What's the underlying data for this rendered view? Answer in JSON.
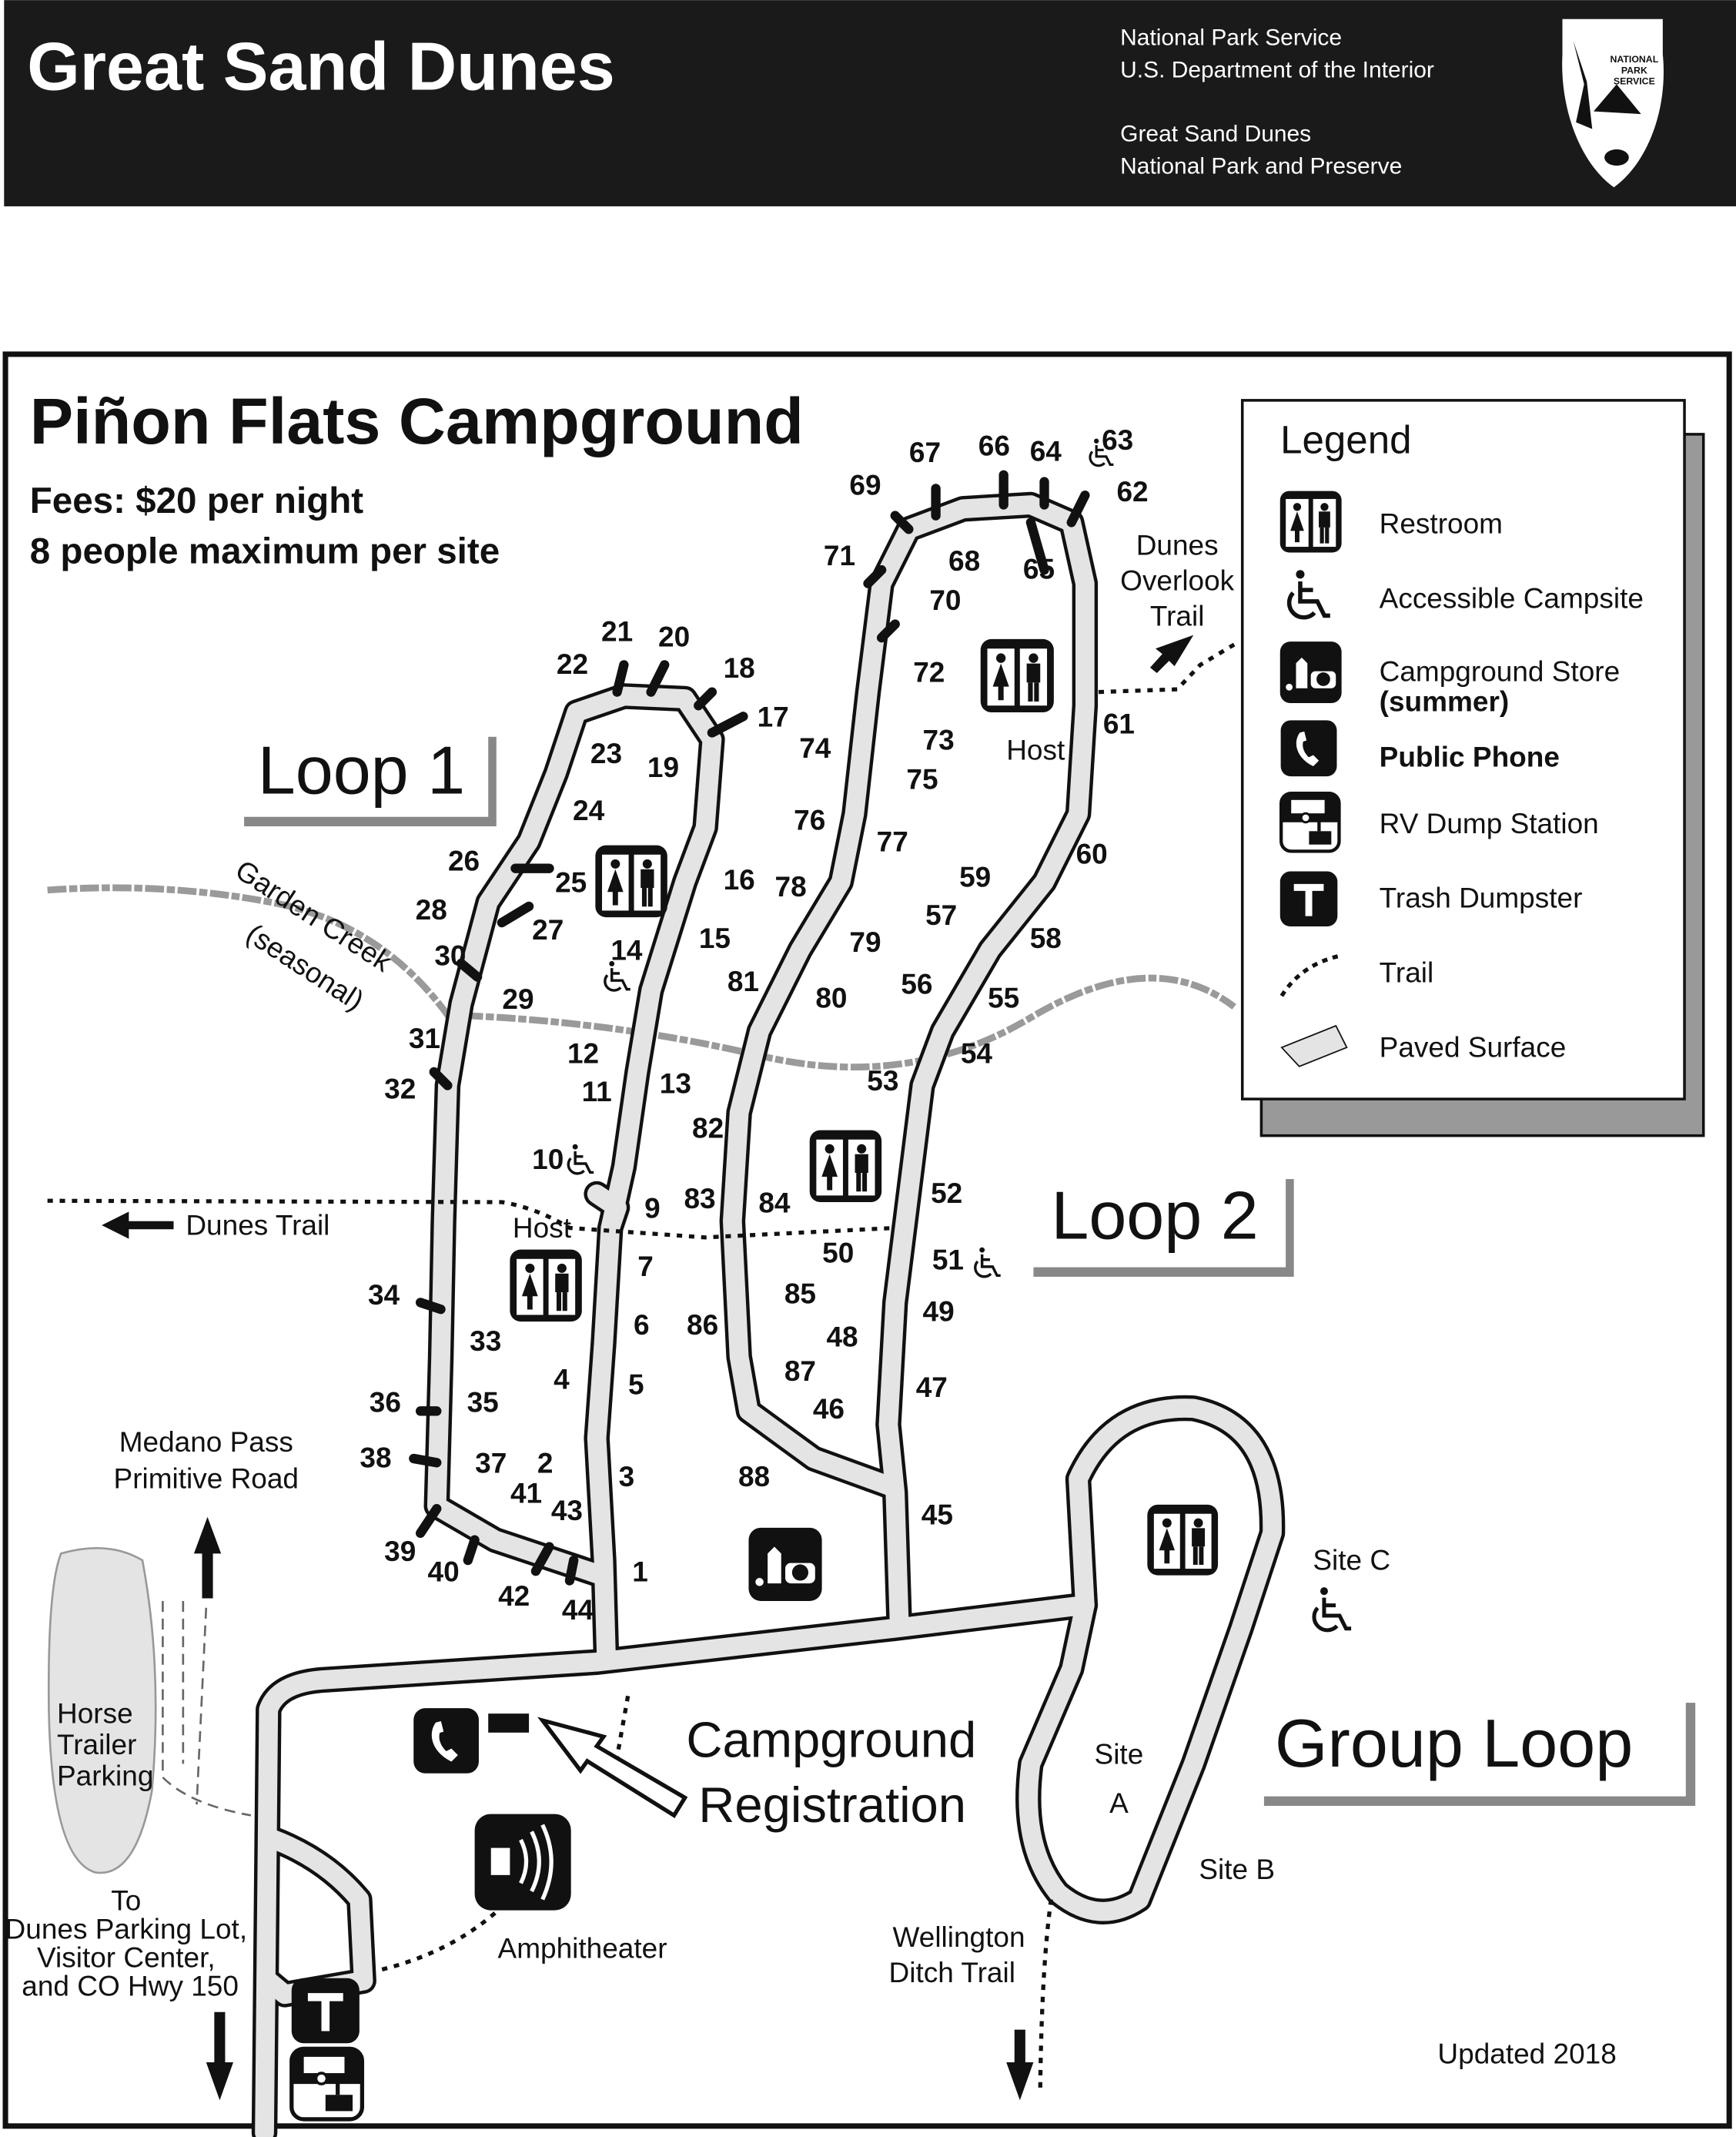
{
  "header": {
    "title": "Great Sand Dunes",
    "agency_line1": "National Park Service",
    "agency_line2": "U.S. Department of the Interior",
    "park_line1": "Great Sand Dunes",
    "park_line2": "National Park and Preserve",
    "logo_text": "NATIONAL PARK SERVICE"
  },
  "map": {
    "title": "Piñon Flats Campground",
    "fee_line": "Fees: $20 per night",
    "capacity_line": "8 people maximum per site",
    "loop1": "Loop 1",
    "loop2": "Loop 2",
    "group_loop": "Group Loop",
    "sites": [
      "1",
      "2",
      "3",
      "4",
      "5",
      "6",
      "7",
      "9",
      "10",
      "11",
      "12",
      "13",
      "14",
      "15",
      "16",
      "17",
      "18",
      "19",
      "20",
      "21",
      "22",
      "23",
      "24",
      "25",
      "26",
      "27",
      "28",
      "29",
      "30",
      "31",
      "32",
      "33",
      "34",
      "35",
      "36",
      "37",
      "38",
      "39",
      "40",
      "41",
      "42",
      "43",
      "44",
      "45",
      "46",
      "47",
      "48",
      "49",
      "50",
      "51",
      "52",
      "53",
      "54",
      "55",
      "56",
      "57",
      "58",
      "59",
      "60",
      "61",
      "62",
      "63",
      "64",
      "65",
      "66",
      "67",
      "68",
      "69",
      "70",
      "71",
      "72",
      "73",
      "74",
      "75",
      "76",
      "77",
      "78",
      "79",
      "80",
      "81",
      "82",
      "83",
      "84",
      "85",
      "86",
      "87",
      "88"
    ],
    "host_label": "Host",
    "dunes_overlook": [
      "Dunes",
      "Overlook",
      "Trail"
    ],
    "garden_creek": "Garden Creek",
    "seasonal": "(seasonal)",
    "dunes_trail": "Dunes Trail",
    "medano": [
      "Medano Pass",
      "Primitive Road"
    ],
    "horse": [
      "Horse",
      "Trailer",
      "Parking"
    ],
    "to_lot": [
      "To",
      "Dunes Parking Lot,",
      "Visitor Center,",
      "and CO Hwy 150"
    ],
    "registration": [
      "Campground",
      "Registration"
    ],
    "amphitheater": "Amphitheater",
    "wellington": [
      "Wellington",
      "Ditch Trail"
    ],
    "site_a": [
      "Site",
      "A"
    ],
    "site_b": "Site B",
    "site_c": "Site C",
    "updated": "Updated 2018"
  },
  "legend": {
    "title": "Legend",
    "items": [
      {
        "icon": "restroom-icon",
        "label": "Restroom"
      },
      {
        "icon": "accessible-icon",
        "label": "Accessible Campsite"
      },
      {
        "icon": "store-icon",
        "label": "Campground Store",
        "note": "(summer)"
      },
      {
        "icon": "phone-icon",
        "label": "Public Phone"
      },
      {
        "icon": "rv-dump-icon",
        "label": "RV Dump Station"
      },
      {
        "icon": "trash-icon",
        "label": "Trash Dumpster"
      },
      {
        "icon": "trail-icon",
        "label": "Trail"
      },
      {
        "icon": "paved-icon",
        "label": "Paved Surface"
      }
    ]
  },
  "colors": {
    "header_bg": "#1a1a1a",
    "paved": "#e4e4e4",
    "shadow": "#999999"
  }
}
